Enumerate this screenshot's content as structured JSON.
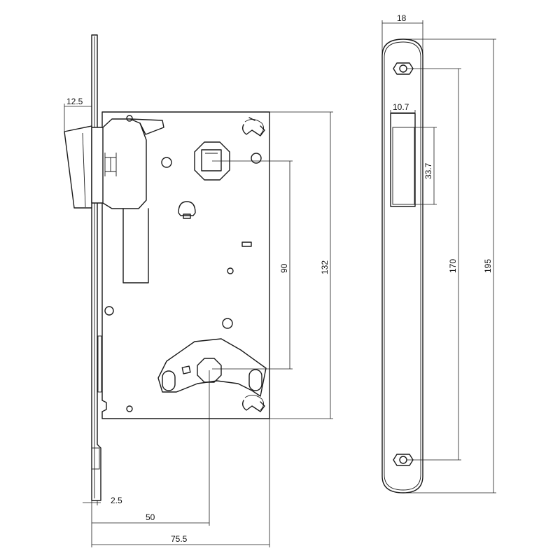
{
  "dimensions": {
    "lock_front_width": "12.5",
    "faceplate_thickness": "2.5",
    "backset": "50",
    "body_depth": "75.5",
    "handle_to_key_distance": "90",
    "case_height": "132",
    "plate_width": "18",
    "latch_window_width": "10.7",
    "latch_window_height": "33.7",
    "screw_spacing": "170",
    "plate_height": "195"
  },
  "colors": {
    "line": "#1a1a1a",
    "background": "#ffffff"
  }
}
